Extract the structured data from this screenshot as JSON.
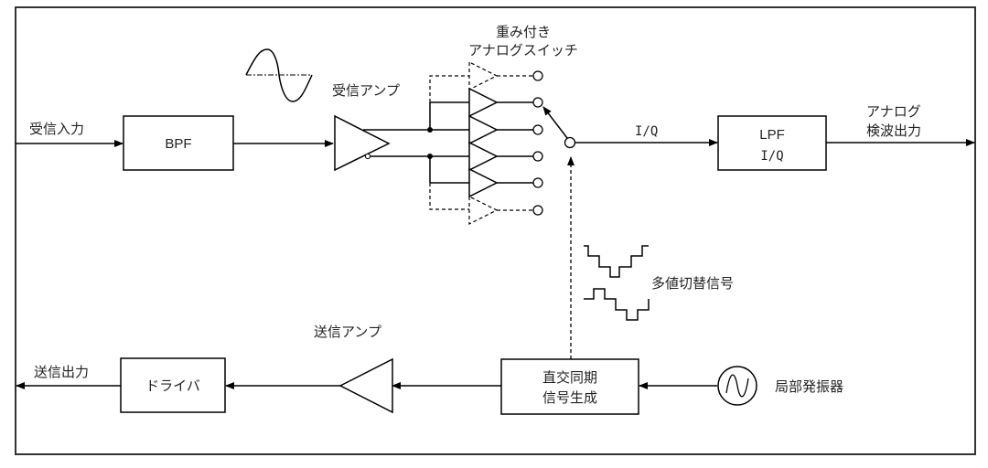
{
  "diagram": {
    "labels": {
      "rx_input": "受信入力",
      "rx_amp": "受信アンプ",
      "switch_title_1": "重み付き",
      "switch_title_2": "アナログスイッチ",
      "iq": "I/Q",
      "analog_out_1": "アナログ",
      "analog_out_2": "検波出力",
      "multi_value_signal": "多値切替信号",
      "tx_amp": "送信アンプ",
      "tx_output": "送信出力",
      "local_osc": "局部発振器"
    },
    "blocks": {
      "bpf": "BPF",
      "lpf_1": "LPF",
      "lpf_2": "I/Q",
      "driver": "ドライバ",
      "quad_gen_1": "直交同期",
      "quad_gen_2": "信号生成"
    },
    "colors": {
      "line": "#000000",
      "frame": "#333333",
      "text": "#222222"
    }
  }
}
